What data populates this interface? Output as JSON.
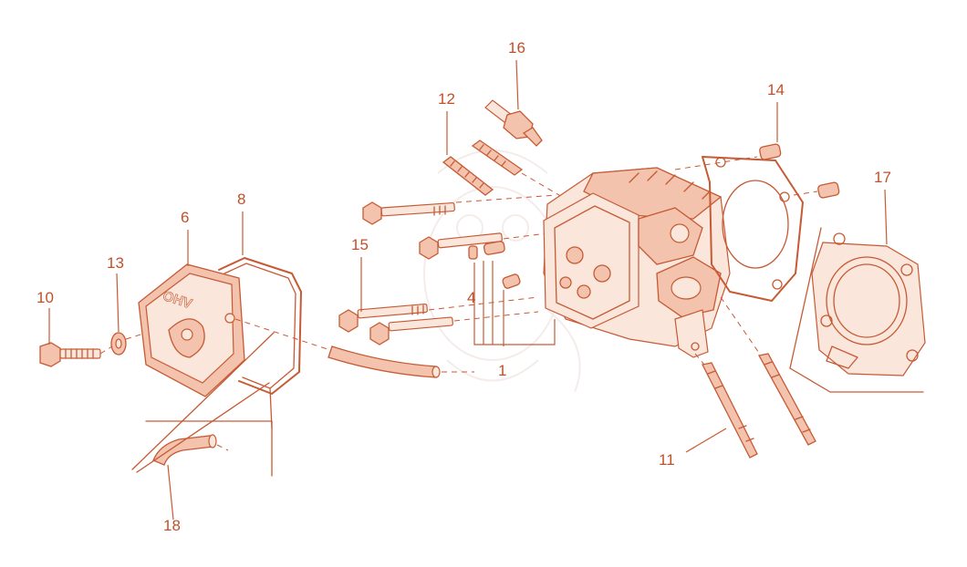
{
  "diagram": {
    "accent_color": "#c65a34",
    "cover_logo": "OHV",
    "callouts": [
      {
        "id": "c1",
        "label": "1"
      },
      {
        "id": "c4",
        "label": "4"
      },
      {
        "id": "c6",
        "label": "6"
      },
      {
        "id": "c8",
        "label": "8"
      },
      {
        "id": "c10",
        "label": "10"
      },
      {
        "id": "c11",
        "label": "11"
      },
      {
        "id": "c12",
        "label": "12"
      },
      {
        "id": "c13",
        "label": "13"
      },
      {
        "id": "c14",
        "label": "14"
      },
      {
        "id": "c15",
        "label": "15"
      },
      {
        "id": "c16",
        "label": "16"
      },
      {
        "id": "c17",
        "label": "17"
      },
      {
        "id": "c18",
        "label": "18"
      }
    ]
  }
}
